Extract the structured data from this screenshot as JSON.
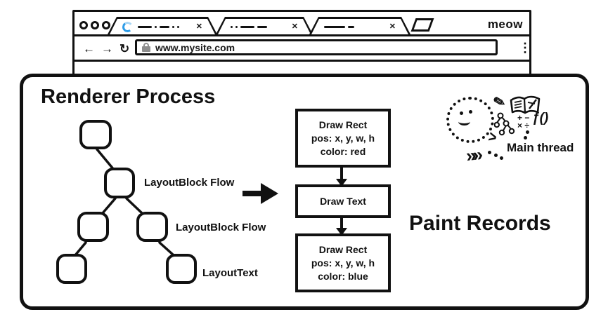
{
  "browser": {
    "brand": "meow",
    "tabs": [
      {
        "dashes": [
          20,
          3,
          14,
          3,
          3
        ],
        "close": "✕",
        "loading": true
      },
      {
        "dashes": [
          3,
          3,
          20,
          14
        ],
        "close": "✕"
      },
      {
        "dashes": [
          30,
          9
        ],
        "close": "✕"
      }
    ],
    "nav": {
      "back": "←",
      "forward": "→",
      "reload": "↻",
      "menu": "⋮"
    },
    "address": {
      "url": "www.mysite.com"
    }
  },
  "renderer": {
    "title": "Renderer Process",
    "tree_labels": [
      {
        "text": "LayoutBlock Flow"
      },
      {
        "text": "LayoutBlock Flow"
      },
      {
        "text": "LayoutText"
      }
    ],
    "paint_boxes": [
      {
        "lines": [
          "Draw Rect",
          "pos: x, y, w, h",
          "color: red"
        ]
      },
      {
        "lines": [
          "Draw Text"
        ]
      },
      {
        "lines": [
          "Draw Rect",
          "pos: x, y, w, h",
          "color: blue"
        ]
      }
    ],
    "paint_title": "Paint Records"
  },
  "main_thread": {
    "label": "Main thread",
    "math_plus_minus": "+ −",
    "math_times_div": "× ÷",
    "fn": "ƒ()",
    "chevron": ">",
    "chevrons": "»»"
  },
  "colors": {
    "ink": "#111111",
    "spinner_blue": "#2d9ce8",
    "spinner_light": "#a9d6f4",
    "lock_gray": "#8d8d8d"
  }
}
